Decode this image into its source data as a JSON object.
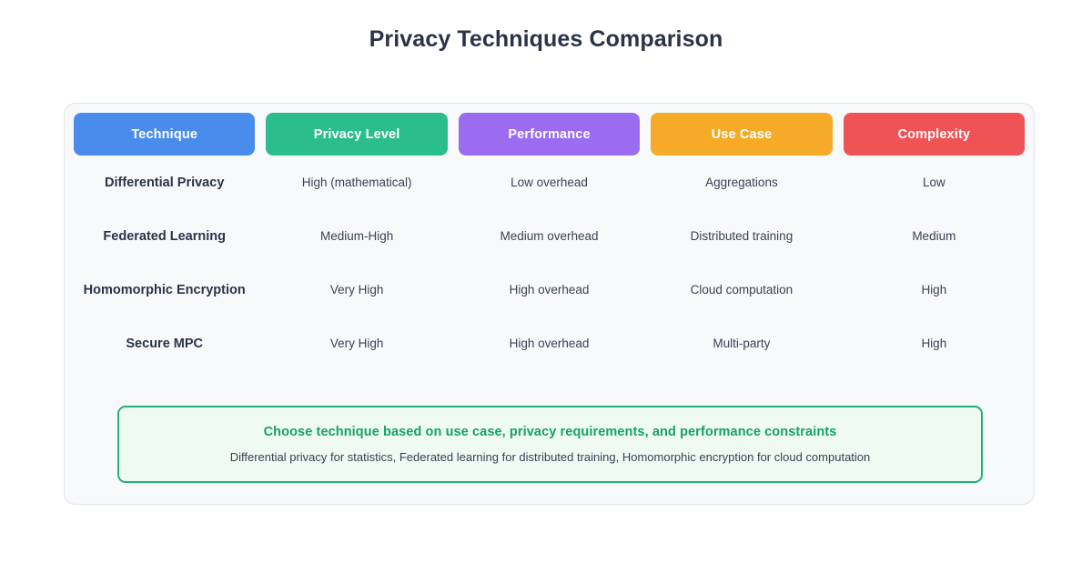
{
  "page": {
    "title": "Privacy Techniques Comparison",
    "background": "#ffffff",
    "card_background": "#f7f9fb",
    "card_border": "#dfe3ea"
  },
  "table": {
    "headers": [
      {
        "label": "Technique",
        "color": "#4a8ceb"
      },
      {
        "label": "Privacy Level",
        "color": "#2bbd8c"
      },
      {
        "label": "Performance",
        "color": "#9b6cf0"
      },
      {
        "label": "Use Case",
        "color": "#f5ab28"
      },
      {
        "label": "Complexity",
        "color": "#ef5355"
      }
    ],
    "rows": [
      {
        "technique": "Differential Privacy",
        "privacy_level": "High (mathematical)",
        "performance": "Low overhead",
        "use_case": "Aggregations",
        "complexity": "Low"
      },
      {
        "technique": "Federated Learning",
        "privacy_level": "Medium-High",
        "performance": "Medium overhead",
        "use_case": "Distributed training",
        "complexity": "Medium"
      },
      {
        "technique": "Homomorphic Encryption",
        "privacy_level": "Very High",
        "performance": "High overhead",
        "use_case": "Cloud computation",
        "complexity": "High"
      },
      {
        "technique": "Secure MPC",
        "privacy_level": "Very High",
        "performance": "High overhead",
        "use_case": "Multi-party",
        "complexity": "High"
      }
    ]
  },
  "callout": {
    "title": "Choose technique based on use case, privacy requirements, and performance constraints",
    "subtitle": "Differential privacy for statistics, Federated learning for distributed training, Homomorphic encryption for cloud computation",
    "border_color": "#20b278",
    "background_color": "#eefaf2",
    "title_color": "#17a263"
  }
}
